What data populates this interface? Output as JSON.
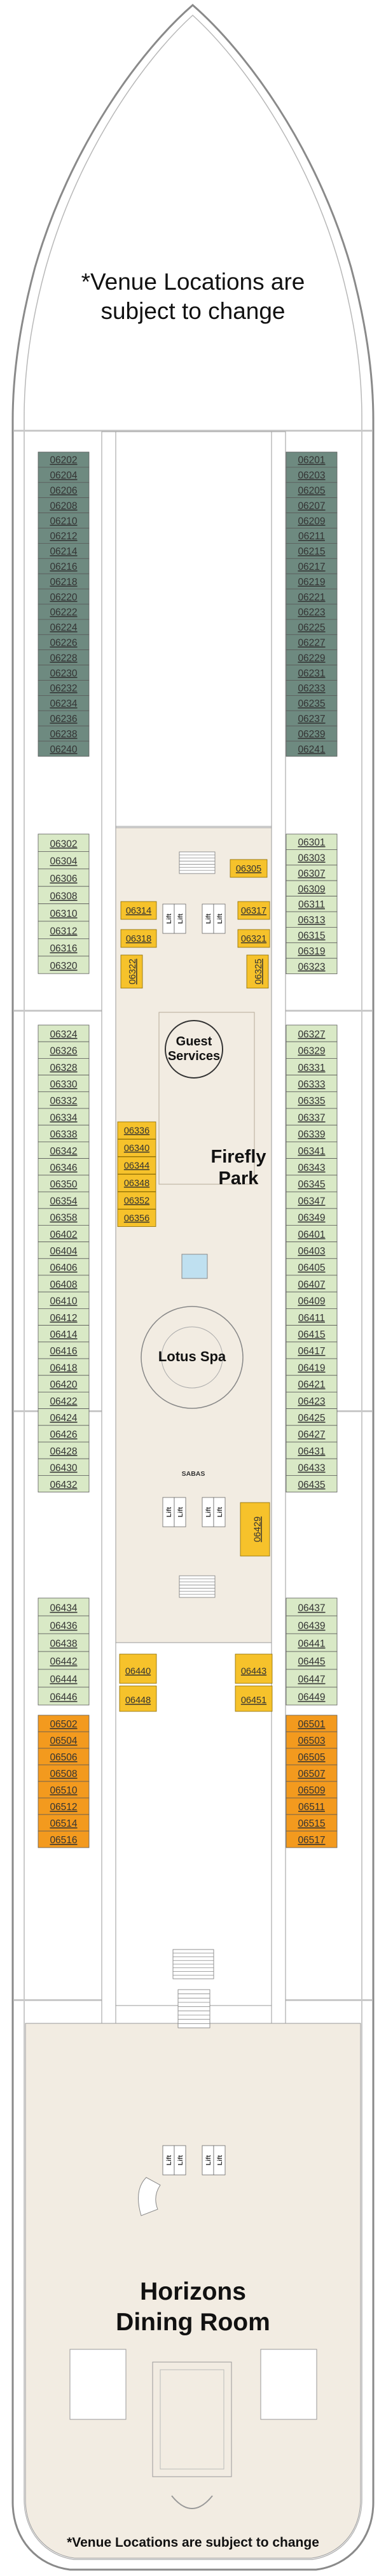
{
  "notes": {
    "top_line1": "*Venue Locations are",
    "top_line2": "subject to change",
    "bottom": "*Venue Locations are subject to change"
  },
  "colors": {
    "hull_fill": "#ffffff",
    "hull_stroke": "#8a8a8a",
    "floor": "#f2ece2",
    "interior_stroke": "#9a9a9a",
    "cabin_gray": "#6e8a80",
    "cabin_green": "#d9e9c6",
    "cabin_orange": "#f39a1e",
    "feature_yellow": "#f6c22b",
    "lift_fill": "#ffffff",
    "atrium_blue": "#bfe0f0"
  },
  "cabins": {
    "left_gray": [
      "06202",
      "06204",
      "06206",
      "06208",
      "06210",
      "06212",
      "06214",
      "06216",
      "06218",
      "06220",
      "06222",
      "06224",
      "06226",
      "06228",
      "06230",
      "06232",
      "06234",
      "06236",
      "06238",
      "06240"
    ],
    "right_gray": [
      "06201",
      "06203",
      "06205",
      "06207",
      "06209",
      "06211",
      "06215",
      "06217",
      "06219",
      "06221",
      "06223",
      "06225",
      "06227",
      "06229",
      "06231",
      "06233",
      "06235",
      "06237",
      "06239",
      "06241"
    ],
    "left_green_a": [
      "06302",
      "06304",
      "06306",
      "06308",
      "06310",
      "06312",
      "06316",
      "06320"
    ],
    "right_green_a": [
      "06301",
      "06303",
      "06307",
      "06309",
      "06311",
      "06313",
      "06315",
      "06319",
      "06323"
    ],
    "left_green_b": [
      "06324",
      "06326",
      "06328",
      "06330",
      "06332",
      "06334",
      "06338",
      "06342",
      "06346",
      "06350",
      "06354",
      "06358",
      "06402",
      "06404",
      "06406",
      "06408",
      "06410",
      "06412",
      "06414",
      "06416",
      "06418",
      "06420",
      "06422",
      "06424",
      "06426",
      "06428",
      "06430",
      "06432"
    ],
    "right_green_b": [
      "06327",
      "06329",
      "06331",
      "06333",
      "06335",
      "06337",
      "06339",
      "06341",
      "06343",
      "06345",
      "06347",
      "06349",
      "06401",
      "06403",
      "06405",
      "06407",
      "06409",
      "06411",
      "06415",
      "06417",
      "06419",
      "06421",
      "06423",
      "06425",
      "06427",
      "06431",
      "06433",
      "06435"
    ],
    "left_green_c": [
      "06434",
      "06436",
      "06438",
      "06442",
      "06444",
      "06446"
    ],
    "right_green_c": [
      "06437",
      "06439",
      "06441",
      "06445",
      "06447",
      "06449"
    ],
    "left_orange": [
      "06502",
      "06504",
      "06506",
      "06508",
      "06510",
      "06512",
      "06514",
      "06516"
    ],
    "right_orange": [
      "06501",
      "06503",
      "06505",
      "06507",
      "06509",
      "06511",
      "06515",
      "06517"
    ],
    "inner_yellow": {
      "c06305": "06305",
      "c06314": "06314",
      "c06318": "06318",
      "c06322": "06322",
      "c06317": "06317",
      "c06321": "06321",
      "c06325": "06325",
      "c06336": "06336",
      "c06340": "06340",
      "c06344": "06344",
      "c06348": "06348",
      "c06352": "06352",
      "c06356": "06356",
      "c06429": "06429",
      "c06440": "06440",
      "c06448": "06448",
      "c06443": "06443",
      "c06451": "06451"
    }
  },
  "lifts": {
    "label": "Lift"
  },
  "stairs": {
    "label": "SABAS"
  },
  "venues": {
    "guest_services_line1": "Guest",
    "guest_services_line2": "Services",
    "firefly_line1": "Firefly",
    "firefly_line2": "Park",
    "lotus_spa": "Lotus Spa",
    "horizons_line1": "Horizons",
    "horizons_line2": "Dining Room"
  }
}
